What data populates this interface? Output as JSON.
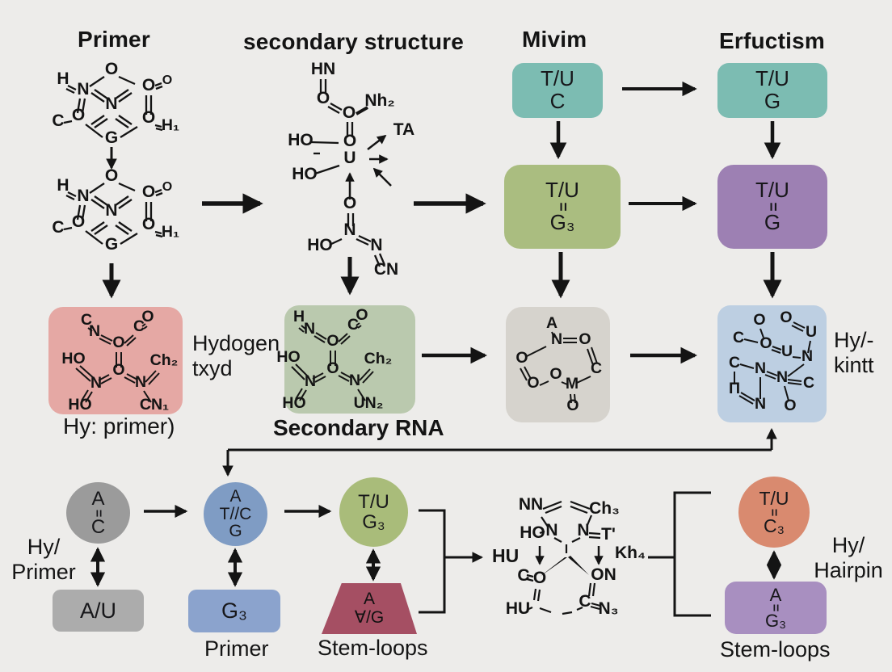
{
  "background": "#edecea",
  "headers": {
    "primer": "Primer",
    "secondary": "secondary structure",
    "mivim": "Mivim",
    "erfuctism": "Erfuctism"
  },
  "colors": {
    "teal": "#7cbcb2",
    "olive": "#aabd80",
    "purple_top": "#9d80b3",
    "pink_box": "#e5a8a4",
    "green_box": "#bac9ae",
    "gray_box": "#d6d3cd",
    "blue_box": "#bdcfe2",
    "gray_circle": "#9b9b9b",
    "au_box": "#acacac",
    "blue_circle": "#7f9cc4",
    "g3_box": "#8ba3cd",
    "green_circle": "#a9bc7a",
    "trapezoid": "#a54f63",
    "orange_circle": "#d98a6f",
    "purple_bottom": "#a88fc0",
    "line": "#141414"
  },
  "nodes": {
    "teal1": {
      "line1": "T/U",
      "line2": "C"
    },
    "teal2": {
      "line1": "T/U",
      "line2": "G"
    },
    "olive": {
      "line1": "T/U",
      "bond": "=",
      "line2": "G₃"
    },
    "purple_top": {
      "line1": "T/U",
      "bond": "=",
      "line2": "G"
    },
    "gray_circle": {
      "line1": "A",
      "bond": "=",
      "line2": "C"
    },
    "au_box": {
      "text": "A/U"
    },
    "blue_circle": {
      "line1": "A",
      "line2": "T//C",
      "line3": "G"
    },
    "g3_box": {
      "text": "G₃"
    },
    "green_circle": {
      "line1": "T/U",
      "line2": "G₃"
    },
    "trapezoid": {
      "line1": "A",
      "line2": "∀/G"
    },
    "orange_circle": {
      "line1": "T/U",
      "bond": "=",
      "line2": "C₃"
    },
    "purple_bottom": {
      "line1": "A",
      "bond": "=",
      "line2": "G₃"
    }
  },
  "labels": {
    "hy_primer_paren": "Hy: primer)",
    "secondary_rna": "Secondary RNA",
    "hydogen_line1": "Hydogen",
    "hydogen_line2": "txyd",
    "hy_kintt_line1": "Hy/-",
    "hy_kintt_line2": "kintt",
    "hy_primer_line1": "Hy/",
    "hy_primer_line2": "Primer",
    "primer_bottom": "Primer",
    "stem_loops_left": "Stem-loops",
    "stem_loops_right": "Stem-loops",
    "hy_hairpin_line1": "Hy/",
    "hy_hairpin_line2": "Hairpin",
    "hu": "HU",
    "kh4": "Kh₄",
    "ta": "TA"
  },
  "structures": {
    "primer_ring": {
      "o_top": "O",
      "h": "H",
      "n_left": "N",
      "o_right": "O",
      "o_right_small": "O",
      "n_center": "N",
      "c_left": "C",
      "o_left": "O",
      "o_right2": "O",
      "h1": "H₁",
      "g": "G"
    },
    "secondary": {
      "hn": "HN",
      "o1": "O",
      "o2": "O",
      "nh2": "Nh₂",
      "ho1": "HO",
      "o3": "O",
      "u": "U",
      "ho2": "HO",
      "o4": "O",
      "n1": "N",
      "ho3": "HO",
      "n2": "N",
      "cn": "CN"
    },
    "pink": {
      "c1": "C",
      "n1": "N",
      "o1": "O",
      "c2": "C",
      "o2": "O",
      "ho1": "HO",
      "o3": "O",
      "ch2": "Ch₂",
      "n2": "N",
      "n3": "N",
      "ho2": "HO",
      "cn1": "CN₁"
    },
    "green": {
      "h": "H",
      "n1": "N",
      "o1": "O",
      "c1": "C",
      "o2": "O",
      "ho1": "HO",
      "o3": "O",
      "ch2": "Ch₂",
      "n2": "N",
      "n3": "N",
      "ho2": "HO",
      "un2": "UN₂"
    },
    "gray_ring": {
      "a": "A",
      "n": "N",
      "o1": "O",
      "o2": "O",
      "o3": "O",
      "o4": "O",
      "m": "M",
      "c": "C",
      "o5": "O"
    },
    "blue_grid": {
      "o1": "O",
      "o2": "O",
      "c1": "C",
      "o3": "O",
      "u1": "U",
      "u2": "U",
      "n1": "N",
      "c2": "C",
      "n2": "N",
      "n3": "N",
      "c3": "C",
      "pi": "Π",
      "n4": "N",
      "o4": "O"
    },
    "bottom": {
      "nn": "NN",
      "ch3": "Ch₃",
      "ho": "HO",
      "n1": "N",
      "n2": "N",
      "t_prime": "T'",
      "c1": "C",
      "o1": "O",
      "on": "ON",
      "hu": "HU",
      "c2": "C",
      "n3": "N₃"
    }
  }
}
